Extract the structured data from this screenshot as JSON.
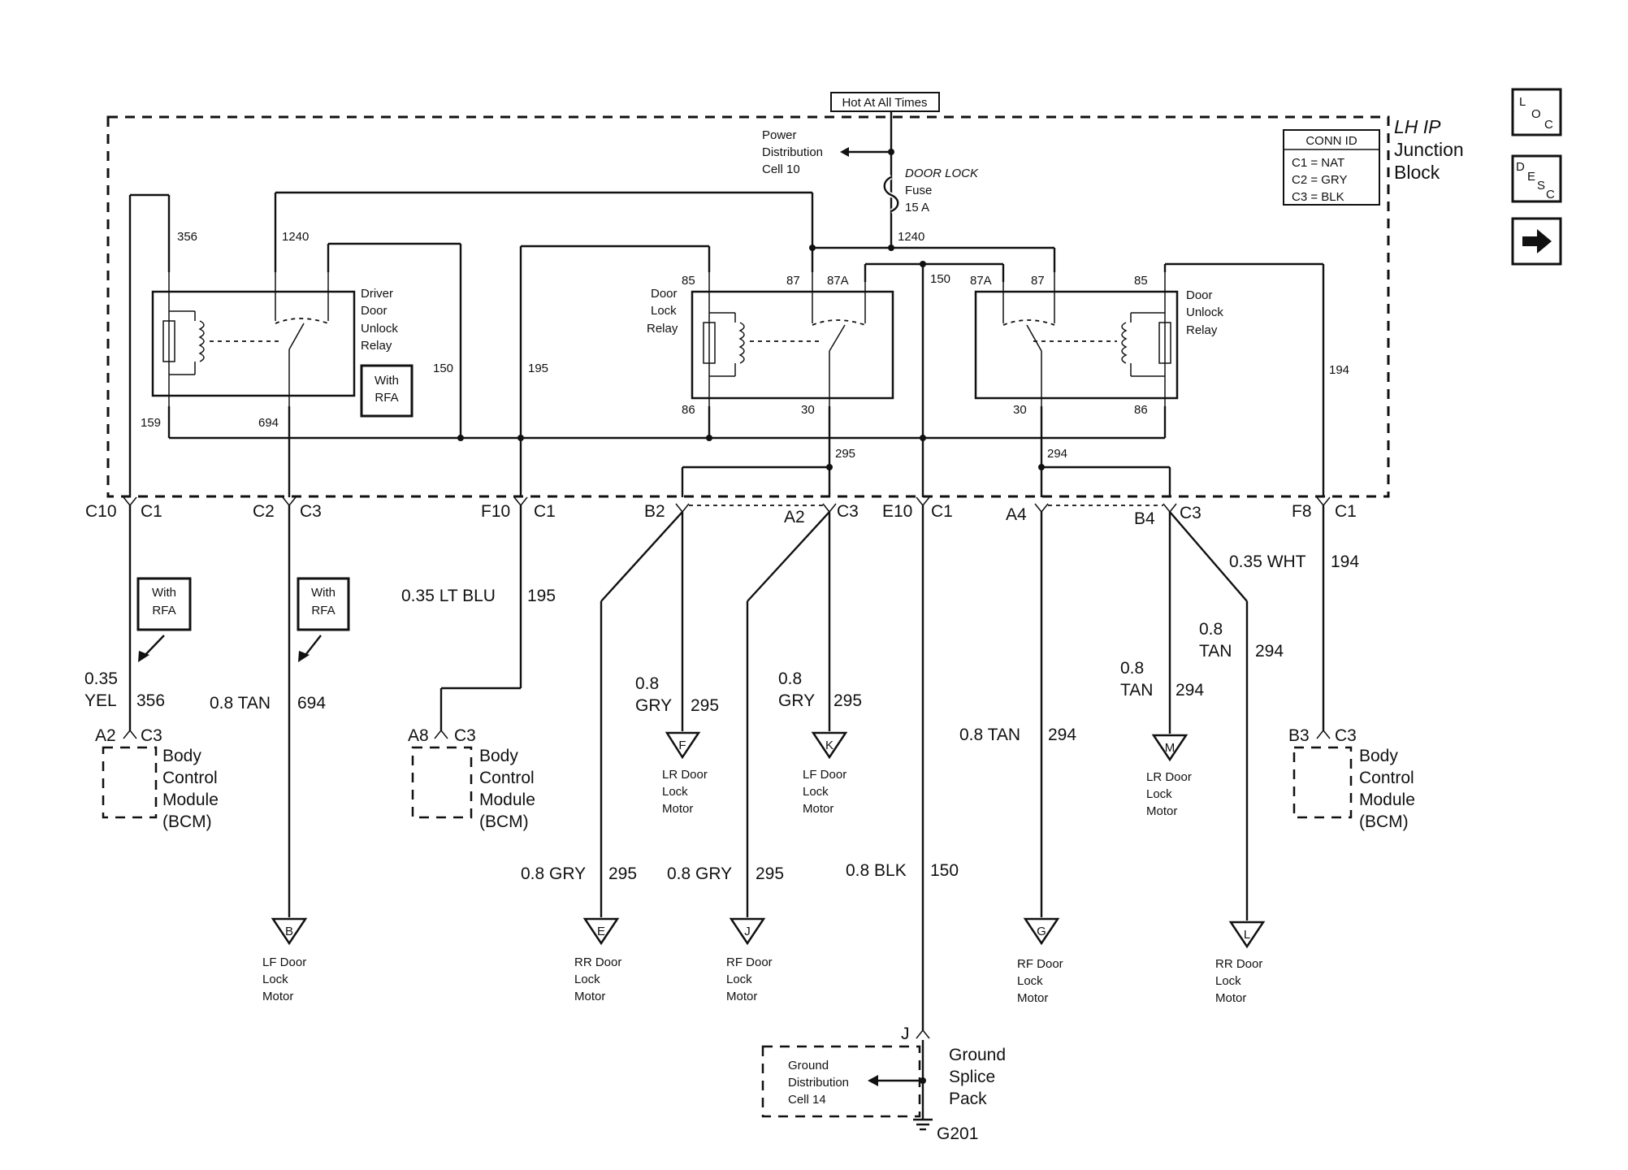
{
  "hot": "Hot At All Times",
  "lh": [
    "LH IP",
    "Junction",
    "Block"
  ],
  "conn_id": {
    "title": "CONN ID",
    "rows": [
      "C1 = NAT",
      "C2 = GRY",
      "C3 = BLK"
    ]
  },
  "nav": {
    "loc": "LOC",
    "desc": "DESC",
    "next": "next-arrow"
  },
  "power_dist": [
    "Power",
    "Distribution",
    "Cell 10"
  ],
  "fuse": {
    "name": "DOOR LOCK",
    "label": "Fuse",
    "rating": "15 A"
  },
  "relays": {
    "driver": [
      "Driver",
      "Door",
      "Unlock",
      "Relay"
    ],
    "lock": [
      "Door",
      "Lock",
      "Relay"
    ],
    "unlock": [
      "Door",
      "Unlock",
      "Relay"
    ],
    "rfa": [
      "With",
      "RFA"
    ]
  },
  "circuits": {
    "c356": "356",
    "c1240": "1240",
    "c1240b": "1240",
    "c150": "150",
    "c195": "195",
    "c150b": "150",
    "c194": "194",
    "c159": "159",
    "c694": "694",
    "c295": "295",
    "c294": "294"
  },
  "pins": {
    "p85a": "85",
    "p87a": "87",
    "p87Aa": "87A",
    "p86a": "86",
    "p30a": "30",
    "p87Ab": "87A",
    "p87b": "87",
    "p85b": "85",
    "p30b": "30",
    "p86b": "86"
  },
  "connectors": {
    "c10": "C10",
    "c10c": "C1",
    "c2": "C2",
    "c2c": "C3",
    "f10": "F10",
    "f10c": "C1",
    "b2": "B2",
    "a2": "A2",
    "a2c": "C3",
    "e10": "E10",
    "e10c": "C1",
    "a4": "A4",
    "b4": "B4",
    "b4c": "C3",
    "f8": "F8",
    "f8c": "C1"
  },
  "wires": {
    "w356": [
      "0.35",
      "YEL",
      "356"
    ],
    "w694": [
      "0.8 TAN",
      "694"
    ],
    "w195": [
      "0.35 LT BLU",
      "195"
    ],
    "w295a": [
      "0.8",
      "GRY",
      "295"
    ],
    "w295b": [
      "0.8",
      "GRY",
      "295"
    ],
    "w295c": [
      "0.8 GRY",
      "295"
    ],
    "w295d": [
      "0.8 GRY",
      "295"
    ],
    "w150": [
      "0.8 BLK",
      "150"
    ],
    "w294a": [
      "0.8 TAN",
      "294"
    ],
    "w294b": [
      "0.8",
      "TAN",
      "294"
    ],
    "w294c": [
      "0.8",
      "TAN",
      "294"
    ],
    "w194": [
      "0.35 WHT",
      "194"
    ]
  },
  "bcm": {
    "pinA2": "A2",
    "pinA2c": "C3",
    "pinA8": "A8",
    "pinA8c": "C3",
    "pinB3": "B3",
    "pinB3c": "C3",
    "name": [
      "Body",
      "Control",
      "Module",
      "(BCM)"
    ]
  },
  "motors": {
    "F": {
      "letter": "F",
      "name": [
        "LR Door",
        "Lock",
        "Motor"
      ]
    },
    "K": {
      "letter": "K",
      "name": [
        "LF Door",
        "Lock",
        "Motor"
      ]
    },
    "M": {
      "letter": "M",
      "name": [
        "LR Door",
        "Lock",
        "Motor"
      ]
    },
    "B": {
      "letter": "B",
      "name": [
        "LF Door",
        "Lock",
        "Motor"
      ]
    },
    "E": {
      "letter": "E",
      "name": [
        "RR Door",
        "Lock",
        "Motor"
      ]
    },
    "J": {
      "letter": "J",
      "name": [
        "RF Door",
        "Lock",
        "Motor"
      ]
    },
    "G": {
      "letter": "G",
      "name": [
        "RF Door",
        "Lock",
        "Motor"
      ]
    },
    "L": {
      "letter": "L",
      "name": [
        "RR Door",
        "Lock",
        "Motor"
      ]
    }
  },
  "ground": {
    "pin": "J",
    "splice": [
      "Ground",
      "Splice",
      "Pack"
    ],
    "dist": [
      "Ground",
      "Distribution",
      "Cell 14"
    ],
    "g": "G201"
  }
}
